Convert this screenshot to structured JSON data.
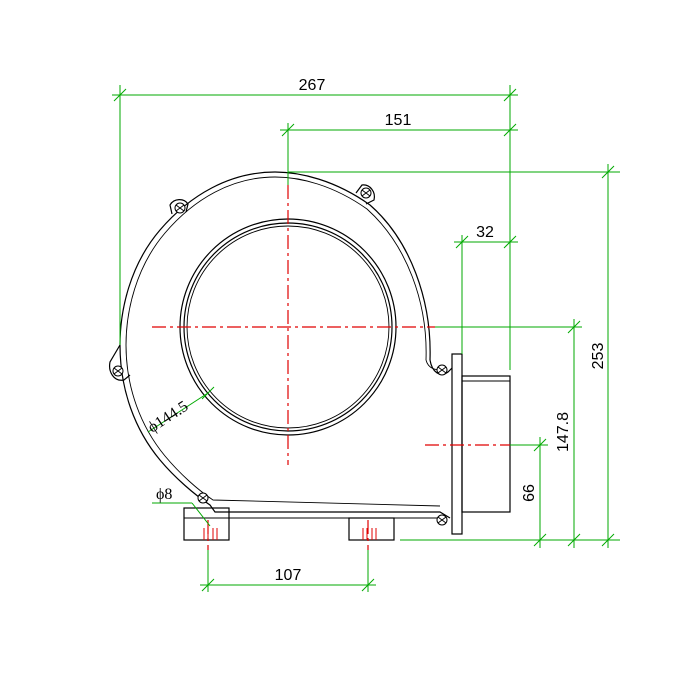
{
  "colors": {
    "outline": "#000000",
    "dimension": "#00aa00",
    "centerline": "#e00000"
  },
  "dimensions": {
    "overall_width": "267",
    "center_to_outlet": "151",
    "outlet_offset": "32",
    "overall_height": "253",
    "center_height": "147.8",
    "outlet_center_height": "66",
    "foot_spacing": "107",
    "inlet_diameter": "ϕ144.5",
    "mount_hole_diameter": "ϕ8"
  }
}
